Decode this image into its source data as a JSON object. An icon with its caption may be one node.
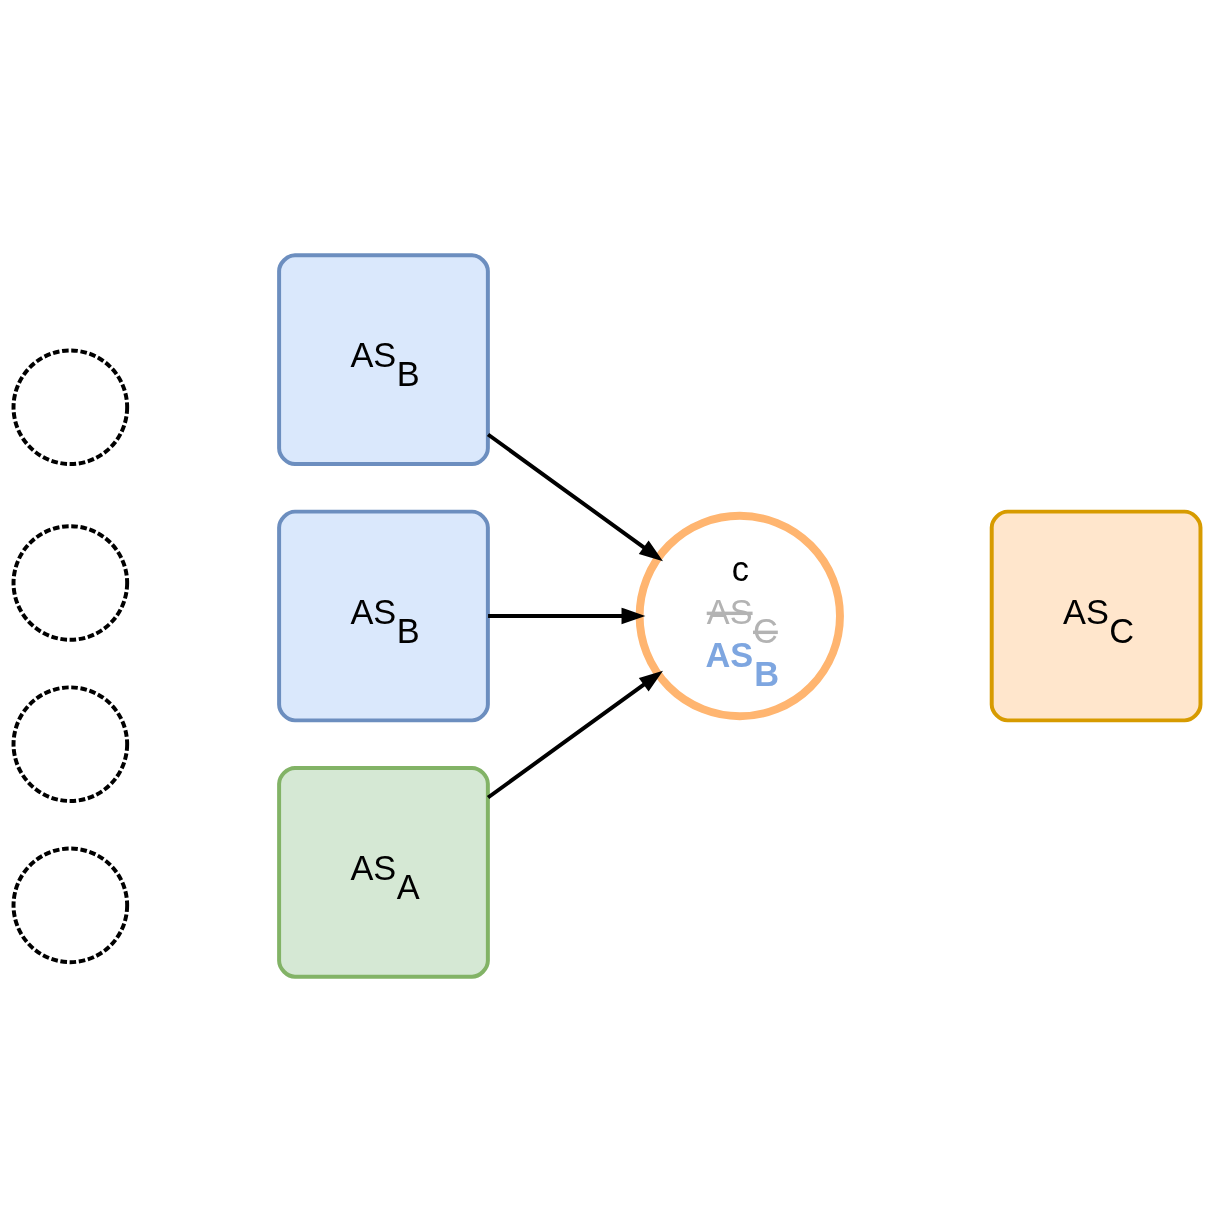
{
  "diagram": {
    "nodes": [
      {
        "text": [
          "AS$_{B}$"
        ]
      },
      {
        "text": [],
        "shape": "circle"
      },
      {
        "text": [
          "AS$_{B}$"
        ]
      },
      {
        "text": [],
        "shape": "circle"
      },
      {
        "text": [],
        "shape": "circle"
      },
      {
        "text": [
          "AS$_{A}$"
        ]
      },
      {
        "text": [],
        "shape": "circle"
      },
      {
        "text": [
          "c",
          "AS$_{C}$",
          "AS$_{B}$"
        ]
      },
      {
        "text": [
          "AS$_{C}$"
        ]
      }
    ],
    "edges": [
      {
        "from": 0,
        "to": 7,
        "arrow": "to"
      },
      {
        "from": 2,
        "to": 7,
        "arrow": "to"
      },
      {
        "from": 5,
        "to": 7,
        "arrow": "to"
      }
    ]
  }
}
